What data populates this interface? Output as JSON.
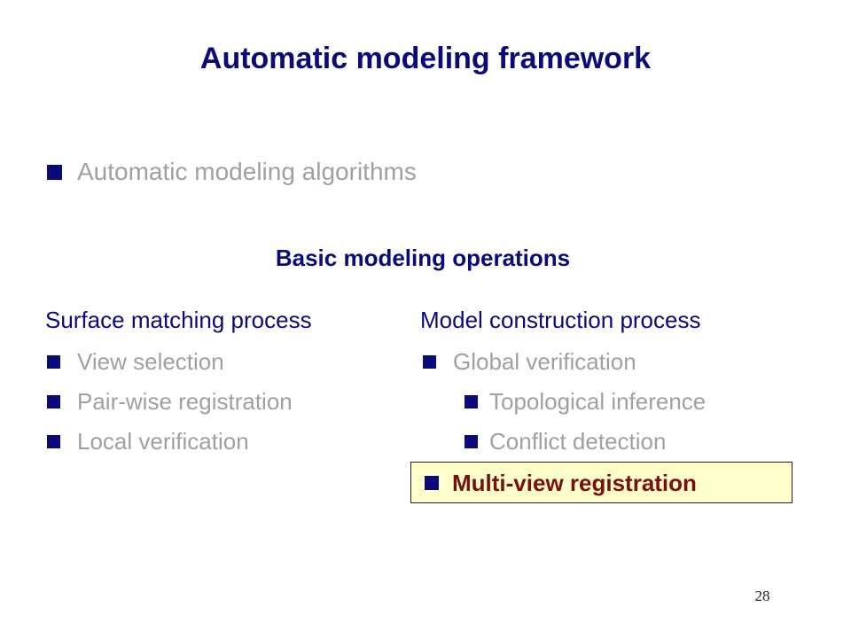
{
  "slide": {
    "title": "Automatic modeling framework",
    "top_bullet": "Automatic modeling algorithms",
    "section_heading": "Basic modeling operations",
    "left_column": {
      "heading": "Surface matching process",
      "items": [
        "View selection",
        "Pair-wise registration",
        "Local verification"
      ]
    },
    "right_column": {
      "heading": "Model construction process",
      "item": "Global verification",
      "sub_items": [
        "Topological inference",
        "Conflict detection"
      ],
      "highlight": "Multi-view registration"
    },
    "page_number": "28"
  },
  "colors": {
    "title": "#0a0a7a",
    "gray_text": "#a0a0a0",
    "highlight_text": "#7a0f0f",
    "highlight_bg": "#ffffcc"
  },
  "icons": {
    "bullet": "square-bullet-icon"
  }
}
